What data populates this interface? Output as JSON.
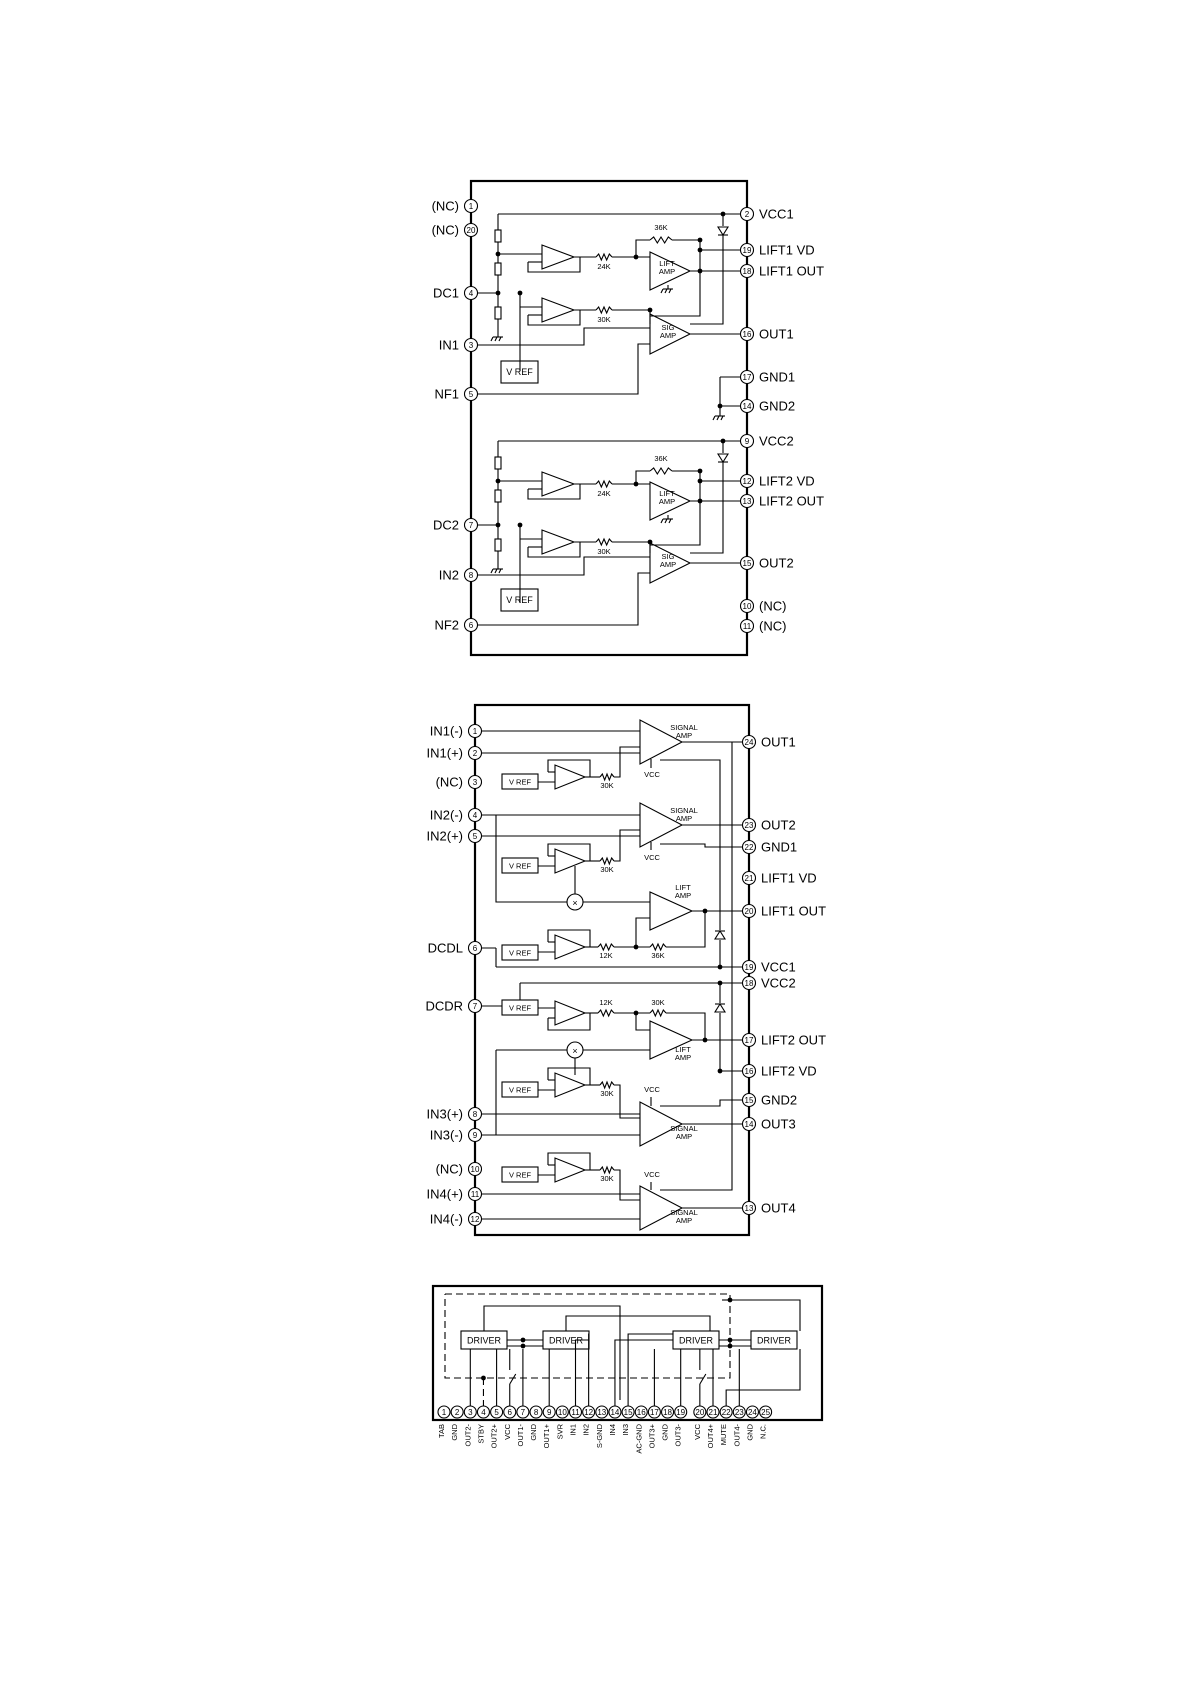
{
  "diagram1": {
    "left_pins": [
      {
        "num": "1",
        "label": "(NC)"
      },
      {
        "num": "20",
        "label": "(NC)"
      },
      {
        "num": "4",
        "label": "DC1"
      },
      {
        "num": "3",
        "label": "IN1"
      },
      {
        "num": "5",
        "label": "NF1"
      },
      {
        "num": "7",
        "label": "DC2"
      },
      {
        "num": "8",
        "label": "IN2"
      },
      {
        "num": "6",
        "label": "NF2"
      }
    ],
    "right_pins": [
      {
        "num": "2",
        "label": "VCC1"
      },
      {
        "num": "19",
        "label": "LIFT1 VD"
      },
      {
        "num": "18",
        "label": "LIFT1 OUT"
      },
      {
        "num": "16",
        "label": "OUT1"
      },
      {
        "num": "17",
        "label": "GND1"
      },
      {
        "num": "14",
        "label": "GND2"
      },
      {
        "num": "9",
        "label": "VCC2"
      },
      {
        "num": "12",
        "label": "LIFT2 VD"
      },
      {
        "num": "13",
        "label": "LIFT2 OUT"
      },
      {
        "num": "15",
        "label": "OUT2"
      },
      {
        "num": "10",
        "label": "(NC)"
      },
      {
        "num": "11",
        "label": "(NC)"
      }
    ],
    "vref_label": "V REF",
    "lift_amp": [
      "LIFT",
      "AMP"
    ],
    "sig_amp": [
      "SIG",
      "AMP"
    ],
    "res_36k": "36K",
    "res_24k": "24K",
    "res_30k": "30K"
  },
  "diagram2": {
    "left_pins": [
      {
        "num": "1",
        "label": "IN1(-)"
      },
      {
        "num": "2",
        "label": "IN1(+)"
      },
      {
        "num": "3",
        "label": "(NC)"
      },
      {
        "num": "4",
        "label": "IN2(-)"
      },
      {
        "num": "5",
        "label": "IN2(+)"
      },
      {
        "num": "6",
        "label": "DCDL"
      },
      {
        "num": "7",
        "label": "DCDR"
      },
      {
        "num": "8",
        "label": "IN3(+)"
      },
      {
        "num": "9",
        "label": "IN3(-)"
      },
      {
        "num": "10",
        "label": "(NC)"
      },
      {
        "num": "11",
        "label": "IN4(+)"
      },
      {
        "num": "12",
        "label": "IN4(-)"
      }
    ],
    "right_pins": [
      {
        "num": "24",
        "label": "OUT1"
      },
      {
        "num": "23",
        "label": "OUT2"
      },
      {
        "num": "22",
        "label": "GND1"
      },
      {
        "num": "21",
        "label": "LIFT1 VD"
      },
      {
        "num": "20",
        "label": "LIFT1 OUT"
      },
      {
        "num": "19",
        "label": "VCC1"
      },
      {
        "num": "18",
        "label": "VCC2"
      },
      {
        "num": "17",
        "label": "LIFT2 OUT"
      },
      {
        "num": "16",
        "label": "LIFT2 VD"
      },
      {
        "num": "15",
        "label": "GND2"
      },
      {
        "num": "14",
        "label": "OUT3"
      },
      {
        "num": "13",
        "label": "OUT4"
      }
    ],
    "vref_label": "V REF",
    "signal_amp": [
      "SIGNAL",
      "AMP"
    ],
    "lift_amp": [
      "LIFT",
      "AMP"
    ],
    "vcc_label": "VCC",
    "res_30k": "30K",
    "res_12k": "12K",
    "res_36k": "36K",
    "multiplier": "×"
  },
  "diagram3": {
    "driver_label": "DRIVER",
    "pins": [
      {
        "num": "1",
        "label": "TAB"
      },
      {
        "num": "2",
        "label": "GND"
      },
      {
        "num": "3",
        "label": "OUT2-"
      },
      {
        "num": "4",
        "label": "STBY"
      },
      {
        "num": "5",
        "label": "OUT2+"
      },
      {
        "num": "6",
        "label": "VCC"
      },
      {
        "num": "7",
        "label": "OUT1-"
      },
      {
        "num": "8",
        "label": "GND"
      },
      {
        "num": "9",
        "label": "OUT1+"
      },
      {
        "num": "10",
        "label": "SVR"
      },
      {
        "num": "11",
        "label": "IN1"
      },
      {
        "num": "12",
        "label": "IN2"
      },
      {
        "num": "13",
        "label": "S-GND"
      },
      {
        "num": "14",
        "label": "IN4"
      },
      {
        "num": "15",
        "label": "IN3"
      },
      {
        "num": "16",
        "label": "AC-GND"
      },
      {
        "num": "17",
        "label": "OUT3+"
      },
      {
        "num": "18",
        "label": "GND"
      },
      {
        "num": "19",
        "label": "OUT3-"
      },
      {
        "num": "20",
        "label": "VCC"
      },
      {
        "num": "21",
        "label": "OUT4+"
      },
      {
        "num": "22",
        "label": "MUTE"
      },
      {
        "num": "23",
        "label": "OUT4-"
      },
      {
        "num": "24",
        "label": "GND"
      },
      {
        "num": "25",
        "label": "N.C."
      }
    ]
  }
}
